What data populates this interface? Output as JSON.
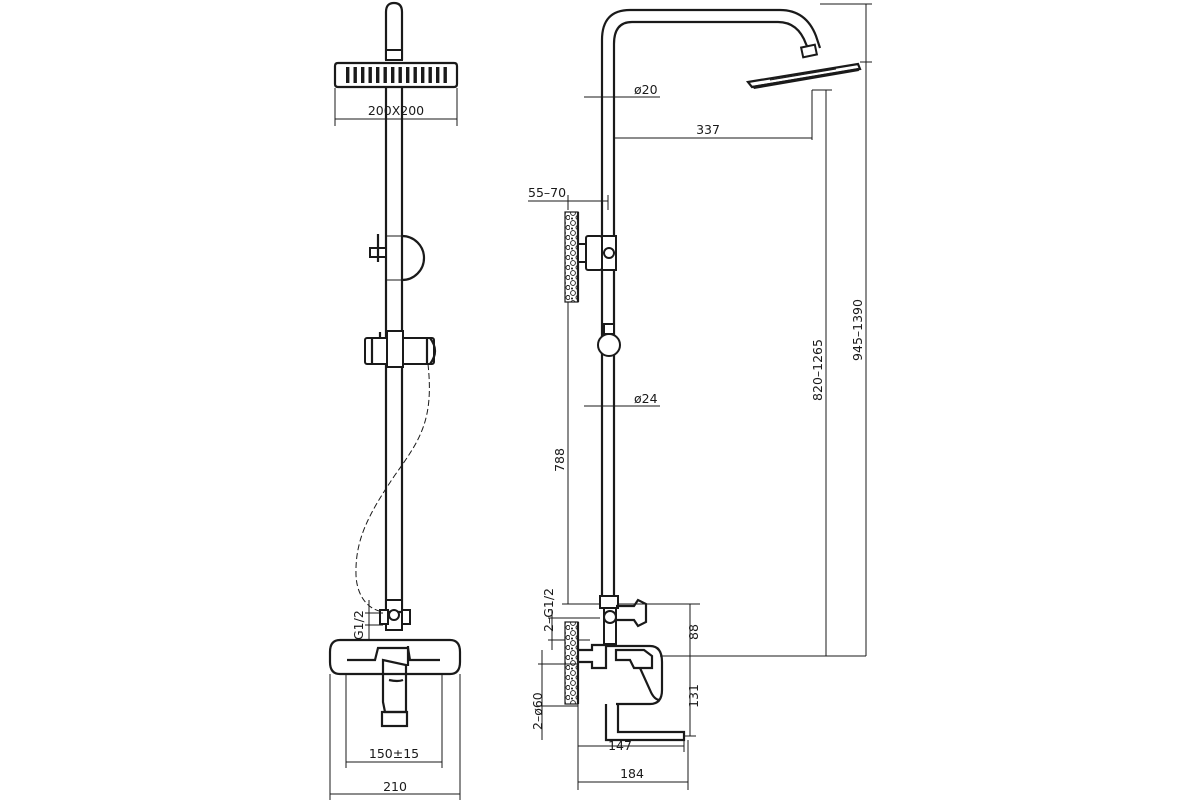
{
  "drawing": {
    "front_view": {
      "head_size": "200X200",
      "inlet_thread": "G1/2",
      "inlet_spacing": "150±15",
      "overall_width": "210"
    },
    "side_view": {
      "arm_diameter": "ø20",
      "arm_reach": "337",
      "wall_bracket_depth": "55–70",
      "pipe_diameter": "ø24",
      "riser_length": "788",
      "head_height_range": "820–1265",
      "overall_height_range": "945–1390",
      "inlet_threads": "2–G1/2",
      "diverter_to_mixer": "88",
      "mixer_to_spout": "131",
      "escutcheon_diameter": "2–ø60",
      "spout_reach": "147",
      "mixer_depth": "184"
    }
  },
  "colors": {
    "line": "#1a1a1a",
    "background": "#ffffff"
  }
}
